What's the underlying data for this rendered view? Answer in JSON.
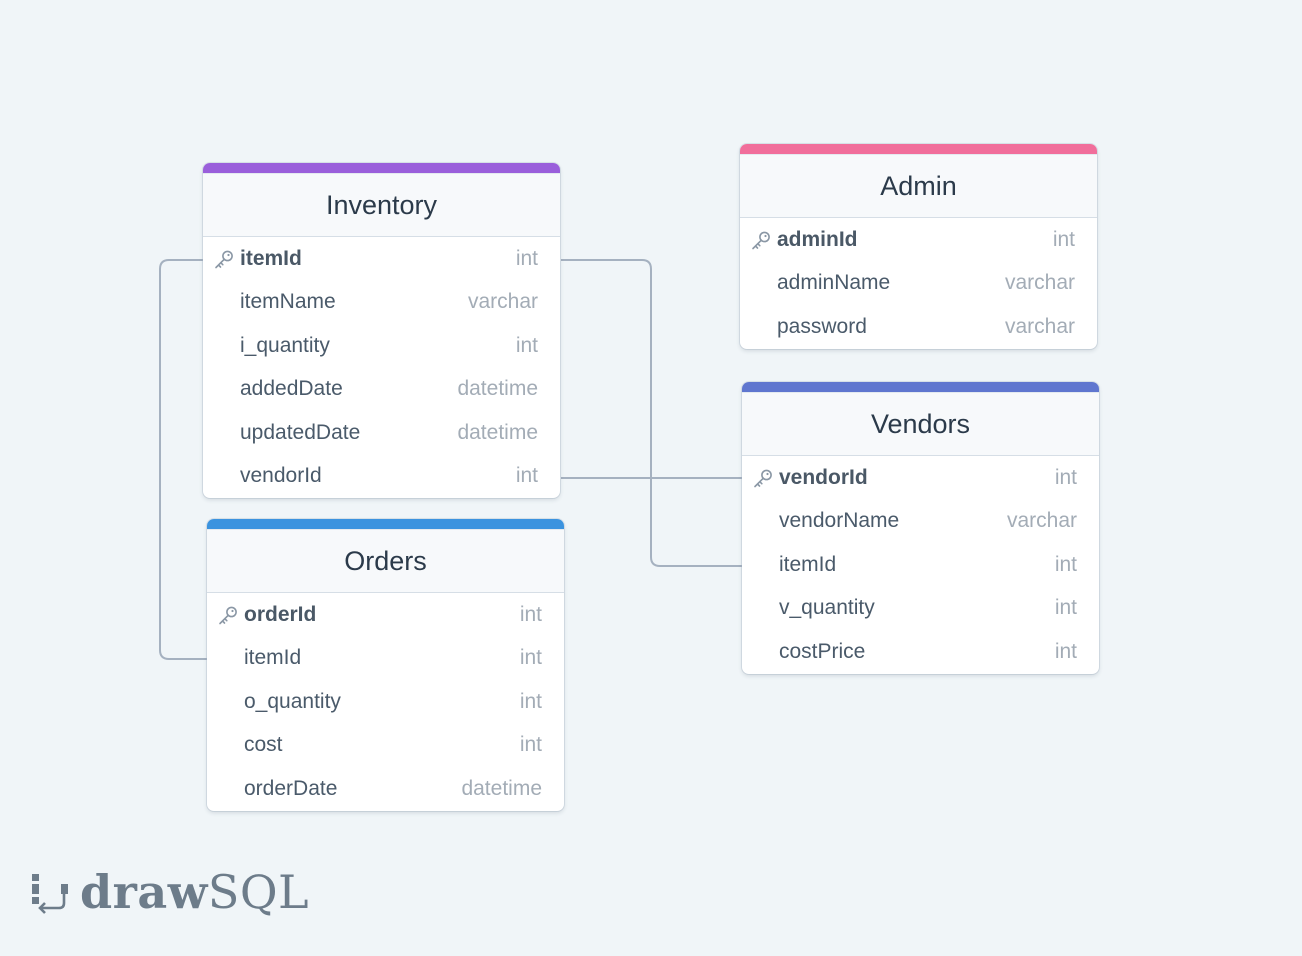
{
  "colors": {
    "background": "#f0f5f8",
    "inventory": "#9a5fdb",
    "orders": "#3b93df",
    "admin": "#f16e9b",
    "vendors": "#5f76cf",
    "connector": "#a5b1c0"
  },
  "tables": {
    "inventory": {
      "title": "Inventory",
      "rows": [
        {
          "name": "itemId",
          "type": "int"
        },
        {
          "name": "itemName",
          "type": "varchar"
        },
        {
          "name": "i_quantity",
          "type": "int"
        },
        {
          "name": "addedDate",
          "type": "datetime"
        },
        {
          "name": "updatedDate",
          "type": "datetime"
        },
        {
          "name": "vendorId",
          "type": "int"
        }
      ]
    },
    "orders": {
      "title": "Orders",
      "rows": [
        {
          "name": "orderId",
          "type": "int"
        },
        {
          "name": "itemId",
          "type": "int"
        },
        {
          "name": "o_quantity",
          "type": "int"
        },
        {
          "name": "cost",
          "type": "int"
        },
        {
          "name": "orderDate",
          "type": "datetime"
        }
      ]
    },
    "admin": {
      "title": "Admin",
      "rows": [
        {
          "name": "adminId",
          "type": "int"
        },
        {
          "name": "adminName",
          "type": "varchar"
        },
        {
          "name": "password",
          "type": "varchar"
        }
      ]
    },
    "vendors": {
      "title": "Vendors",
      "rows": [
        {
          "name": "vendorId",
          "type": "int"
        },
        {
          "name": "vendorName",
          "type": "varchar"
        },
        {
          "name": "itemId",
          "type": "int"
        },
        {
          "name": "v_quantity",
          "type": "int"
        },
        {
          "name": "costPrice",
          "type": "int"
        }
      ]
    }
  },
  "logo": {
    "bold": "draw",
    "light": "SQL"
  }
}
